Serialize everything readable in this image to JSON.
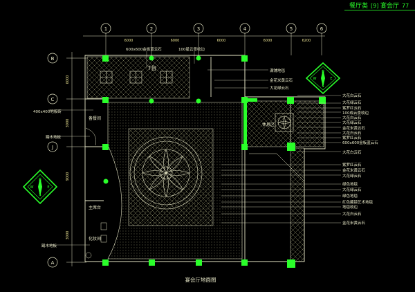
{
  "header": {
    "label_1": "餐厅类",
    "label_2": "[9]",
    "label_3": "宴会厅",
    "label_4": "77"
  },
  "grid_top": [
    "1",
    "2",
    "3",
    "4",
    "5",
    "6"
  ],
  "grid_left": [
    "B",
    "C",
    "J",
    "A"
  ],
  "dims_top": [
    "6000",
    "6000",
    "6000",
    "6000",
    "6200"
  ],
  "dims_left": [
    "6000",
    "3000",
    "9000",
    "3000"
  ],
  "room_labels": {
    "stage": "T台",
    "kitchen": "备餐间",
    "rest_area": "休息区",
    "host_stage": "主席台",
    "dressing_room": "化妆间"
  },
  "left_annotations": [
    "400x400地板砖",
    "踢木地板",
    "踢木地板"
  ],
  "top_annotations": [
    "600x600金板蓝云石",
    "100星云景收边"
  ],
  "right_annotations": [
    "满铺地毯",
    "金花米黄云石",
    "大花绿云石",
    "大花白云石",
    "大花绿云石",
    "紫罗红云石",
    "100成云景收边",
    "大花白云石",
    "大花绿云石",
    "金花米黄云石",
    "大花白云石",
    "紫罗红云石",
    "600x600金板蓝云石",
    "大花白云石",
    "紫罗红云石",
    "金花米黄云石",
    "大花绿云石",
    "绿色地毯",
    "大花绿云石",
    "绿色地毯",
    "红色藏镜艺术地毯",
    "地毯收边",
    "大花白云石",
    "金花米黄云石"
  ],
  "compass_right": [
    "N",
    "W",
    "E",
    "S"
  ],
  "compass_left": [
    "N",
    "W",
    "E",
    "S"
  ],
  "caption": "宴会厅地面图",
  "colors": {
    "bg": "#000000",
    "line": "#e8e8c8",
    "accent": "#2aff2a",
    "hatch": "#6a6a50"
  }
}
